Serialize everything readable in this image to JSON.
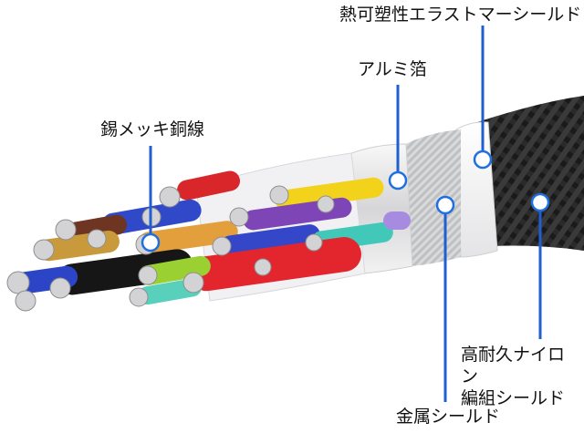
{
  "labels": {
    "tinned_copper": "錫メッキ銅線",
    "aluminum_foil": "アルミ箔",
    "tpe_shield": "熱可塑性エラストマーシールド",
    "nylon_braid_line1": "高耐久ナイロン",
    "nylon_braid_line2": "編組シールド",
    "metal_shield": "金属シールド"
  },
  "colors": {
    "callout_line": "#1f5fd1",
    "callout_dot_fill": "#ffffff",
    "callout_dot_stroke": "#1f6fe0",
    "jacket": "#1b1b1b",
    "braid_metal": "#c9c9c9",
    "foil": "#e9e9ea"
  }
}
